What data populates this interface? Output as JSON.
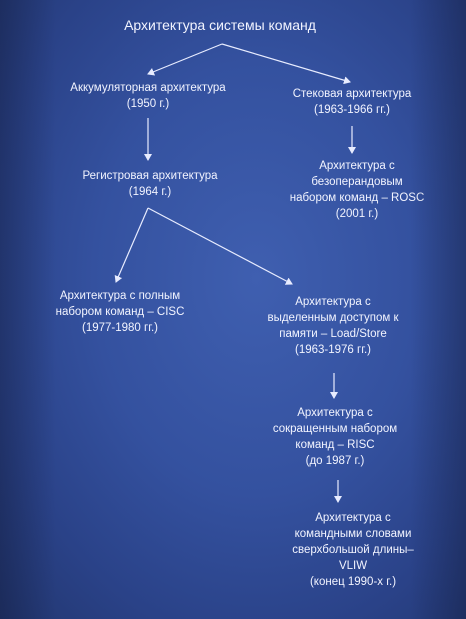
{
  "diagram": {
    "title": "Архитектура системы команд",
    "nodes": {
      "accumulator": {
        "lines": [
          "Аккумуляторная архитектура",
          "(1950 г.)"
        ]
      },
      "stack": {
        "lines": [
          "Стековая архитектура",
          "(1963-1966 гг.)"
        ]
      },
      "register": {
        "lines": [
          "Регистровая архитектура",
          "(1964 г.)"
        ]
      },
      "rosc": {
        "lines": [
          "Архитектура с",
          "безоперандовым",
          "набором команд – ROSC",
          "(2001 г.)"
        ]
      },
      "cisc": {
        "lines": [
          "Архитектура с полным",
          "набором команд – CISC",
          "(1977-1980 гг.)"
        ]
      },
      "loadstore": {
        "lines": [
          "Архитектура с",
          "выделенным доступом к",
          "памяти – Load/Store",
          "(1963-1976 гг.)"
        ]
      },
      "risc": {
        "lines": [
          "Архитектура с",
          "сокращенным набором",
          "команд – RISC",
          "(до 1987 г.)"
        ]
      },
      "vliw": {
        "lines": [
          "Архитектура с",
          "командными словами",
          "сверхбольшой длины–",
          "VLIW",
          "(конец 1990-х г.)"
        ]
      }
    }
  }
}
